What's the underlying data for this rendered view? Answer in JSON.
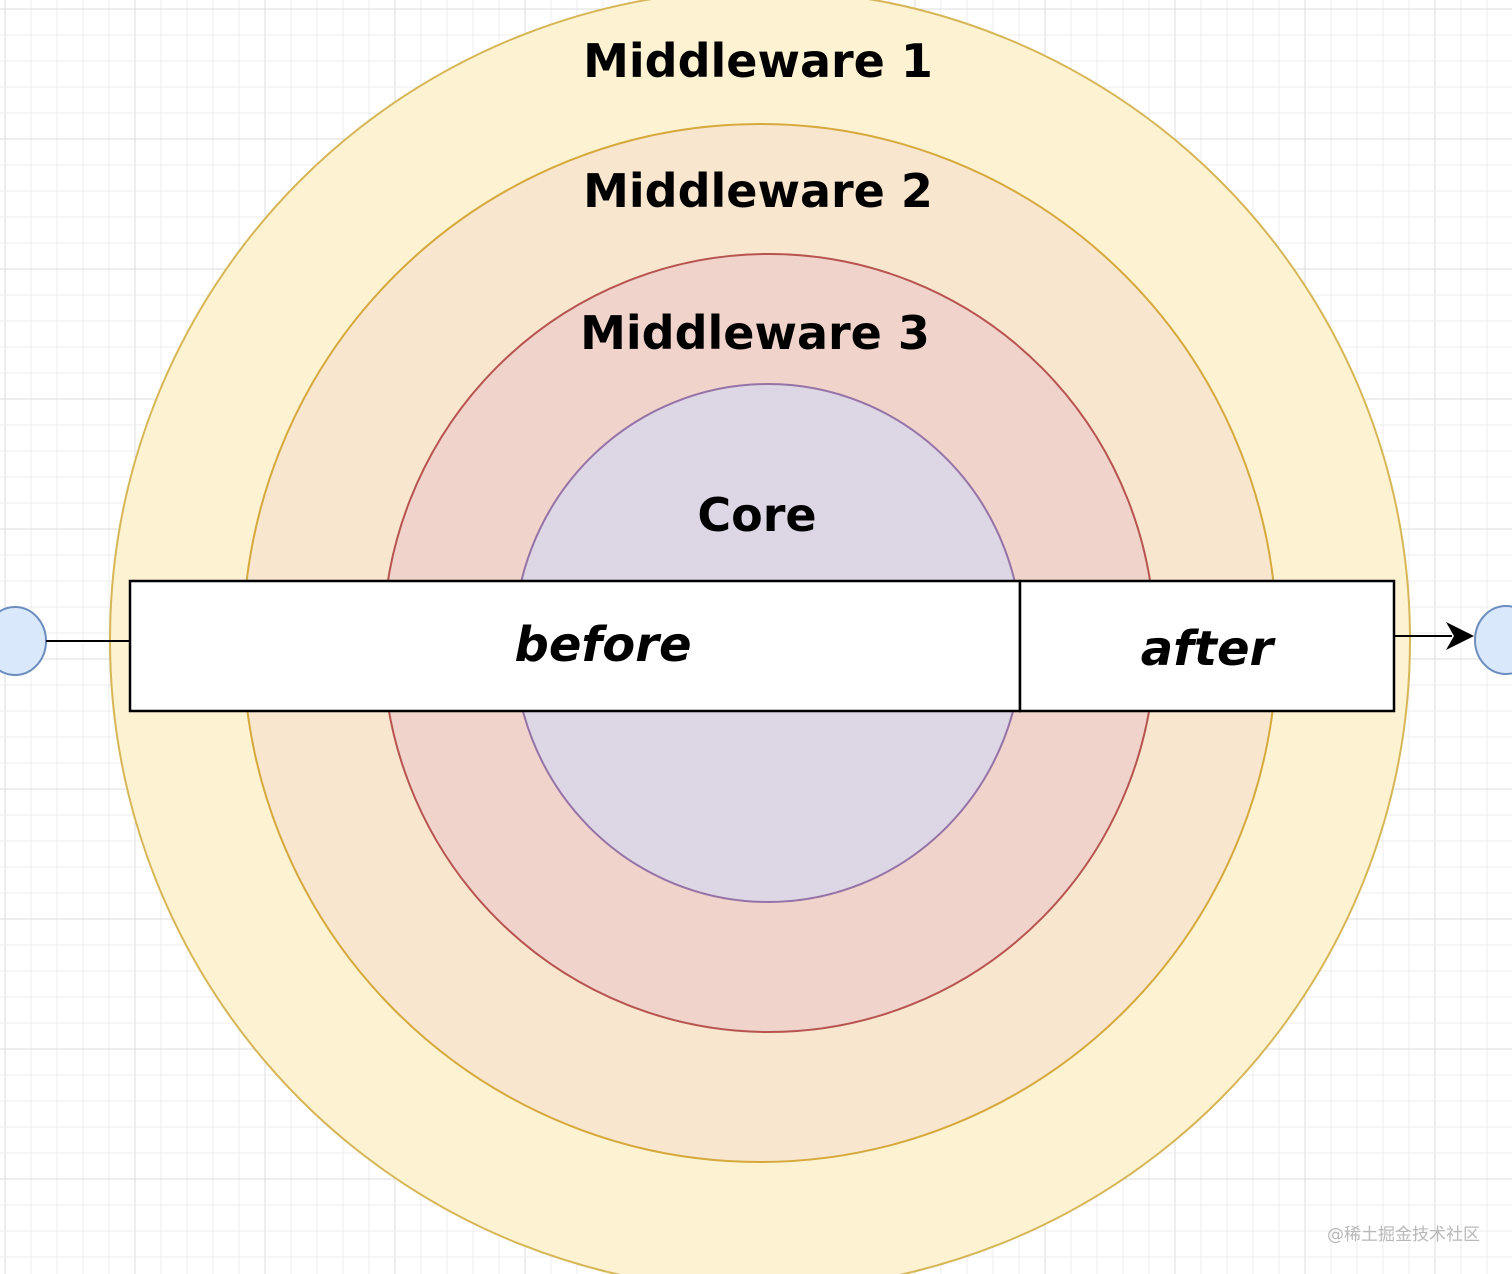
{
  "layers": {
    "outer": {
      "label": "Middleware 1",
      "fill": "#fdf2d2",
      "stroke": "#d6b656"
    },
    "second": {
      "label": "Middleware 2",
      "fill": "#f8e6cf",
      "stroke": "#d6a93c"
    },
    "third": {
      "label": "Middleware 3",
      "fill": "#f0d3cb",
      "stroke": "#b85450"
    },
    "core": {
      "label": "Core",
      "fill": "#ddd6e5",
      "stroke": "#9673a6"
    }
  },
  "flow": {
    "before_label": "before",
    "after_label": "after",
    "box_fill": "#ffffff",
    "box_stroke": "#000000",
    "endpoint_fill": "#dae8fc",
    "endpoint_stroke": "#6c8ebf"
  },
  "grid": {
    "minor_color": "#ececec",
    "major_color": "#dcdcdc"
  },
  "watermark": "@稀土掘金技术社区"
}
